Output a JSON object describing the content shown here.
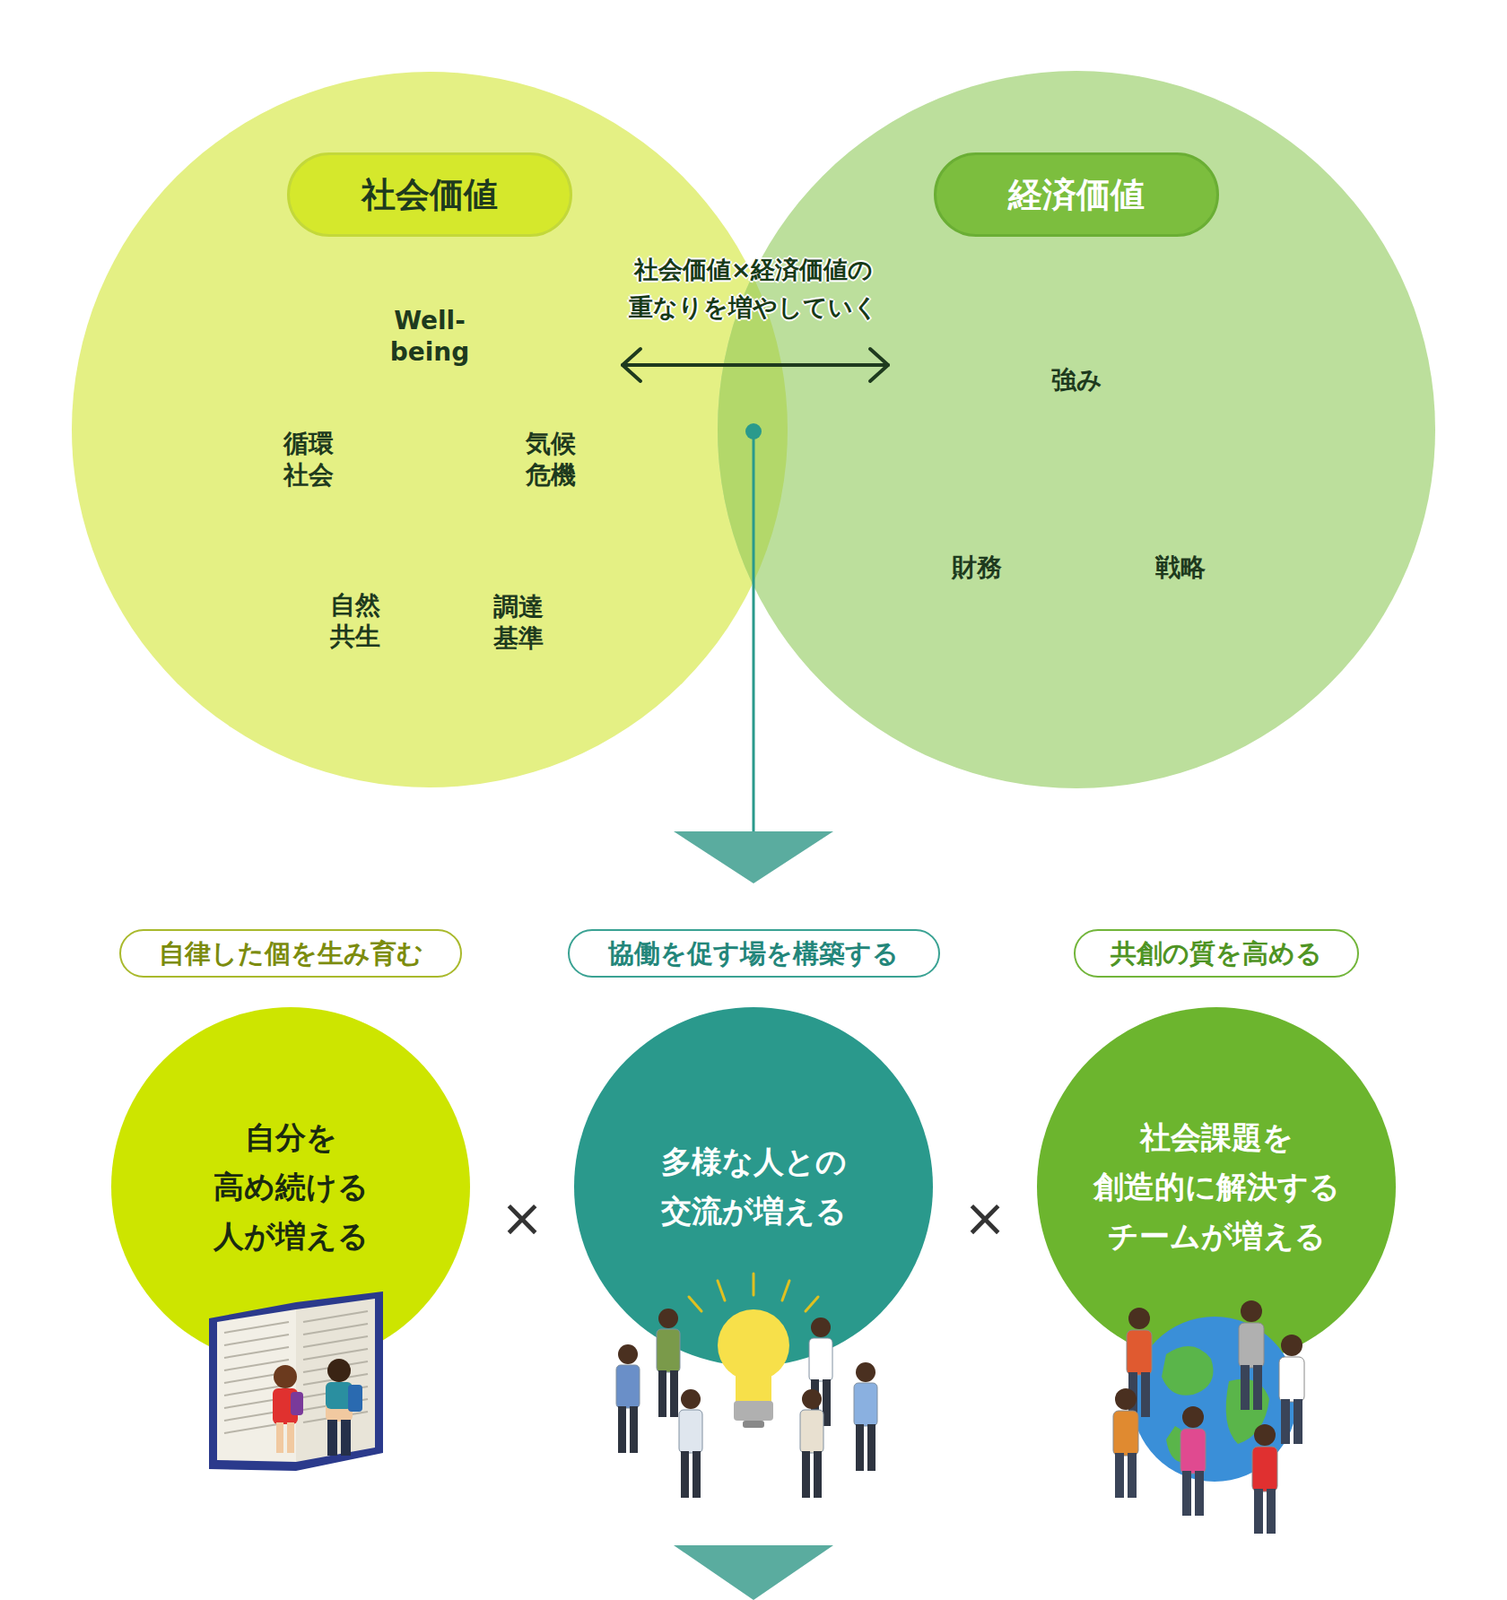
{
  "diagram": {
    "nodes": [
      {
        "text": [
          "社会価値"
        ]
      },
      {
        "text": [
          "Well- being"
        ],
        "in": 0
      },
      {
        "text": [
          "循環 社会"
        ],
        "in": 0
      },
      {
        "text": [
          "気候 危機"
        ],
        "in": 0
      },
      {
        "text": [
          "自然 共生"
        ],
        "in": 0
      },
      {
        "text": [
          "調達 基準"
        ],
        "in": 0
      },
      {
        "text": [
          "経済価値"
        ]
      },
      {
        "text": [
          "強み"
        ],
        "in": 6
      },
      {
        "text": [
          "財務"
        ],
        "in": 6
      },
      {
        "text": [
          "戦略"
        ],
        "in": 6
      },
      {
        "text": [
          "自律した個を生み育む"
        ]
      },
      {
        "text": [
          "協働を促す場を構築する"
        ]
      },
      {
        "text": [
          "共創の質を高める"
        ]
      },
      {
        "text": [
          "自分を 高め続ける 人が増える"
        ]
      },
      {
        "text": [
          "多様な人との 交流が増える"
        ]
      },
      {
        "text": [
          "社会課題を 創造的に解決する チームが増える"
        ]
      }
    ],
    "labels": [
      "社会価値×経済価値の 重なりを増やしていく",
      "×",
      "×"
    ]
  }
}
